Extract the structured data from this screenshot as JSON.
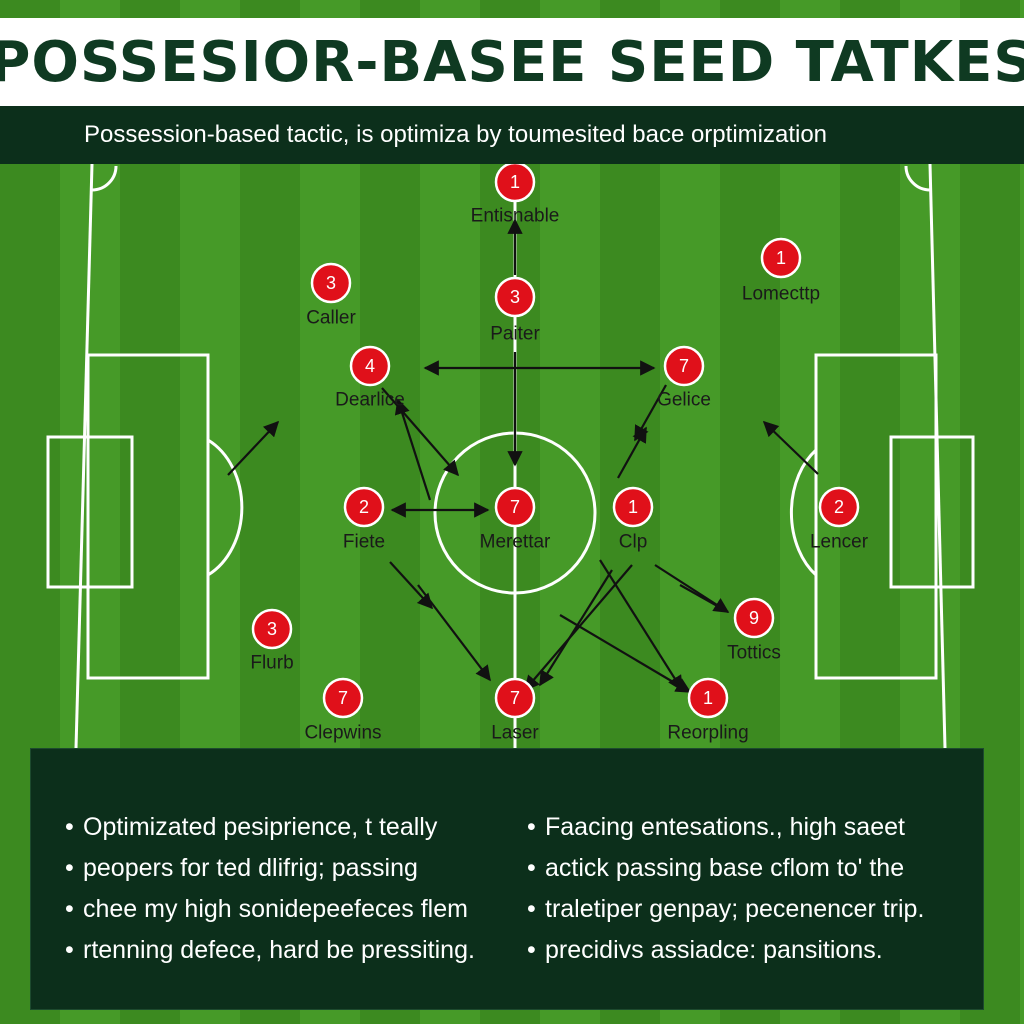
{
  "header": {
    "title": "POSSESIOR-BASEE SEED TATKES",
    "subtitle": "Possession-based tactic, is optimiza by toumesited bace orptimization"
  },
  "colors": {
    "pitch_dark": "#3c8a20",
    "pitch_light": "#469a28",
    "panel": "#0c2f1b",
    "player": "#e0101a",
    "title_text": "#0f3a22"
  },
  "players": [
    {
      "id": "p-top",
      "num": "1",
      "label": "Entisnable"
    },
    {
      "id": "p-caller",
      "num": "3",
      "label": "Caller"
    },
    {
      "id": "p-paiter",
      "num": "3",
      "label": "Paiter"
    },
    {
      "id": "p-lomecttp",
      "num": "1",
      "label": "Lomecttp"
    },
    {
      "id": "p-dearlice",
      "num": "4",
      "label": "Dearlice"
    },
    {
      "id": "p-gelice",
      "num": "7",
      "label": "Gelice"
    },
    {
      "id": "p-fiete",
      "num": "2",
      "label": "Fiete"
    },
    {
      "id": "p-merettar",
      "num": "7",
      "label": "Merettar"
    },
    {
      "id": "p-clp",
      "num": "1",
      "label": "Clp"
    },
    {
      "id": "p-lencer",
      "num": "2",
      "label": "Lencer"
    },
    {
      "id": "p-tottics",
      "num": "9",
      "label": "Tottics"
    },
    {
      "id": "p-flurb",
      "num": "3",
      "label": "Flurb"
    },
    {
      "id": "p-clepwins",
      "num": "7",
      "label": "Clepwins"
    },
    {
      "id": "p-laser",
      "num": "7",
      "label": "Laser"
    },
    {
      "id": "p-reorpling",
      "num": "1",
      "label": "Reorpling"
    }
  ],
  "notes": {
    "left": [
      "Optimizated pesiprience, t teally",
      "peopers for ted dlifrig; passing",
      "chee my high sonidepeefeces flem",
      "rtenning defece, hard be pressiting."
    ],
    "right": [
      "Faacing entesations., high saeet",
      "actick passing base cflom to' the",
      "traletiper genpay; pecenencer trip.",
      "precidivs assiadce: pansitions."
    ],
    "bullet": "•"
  }
}
